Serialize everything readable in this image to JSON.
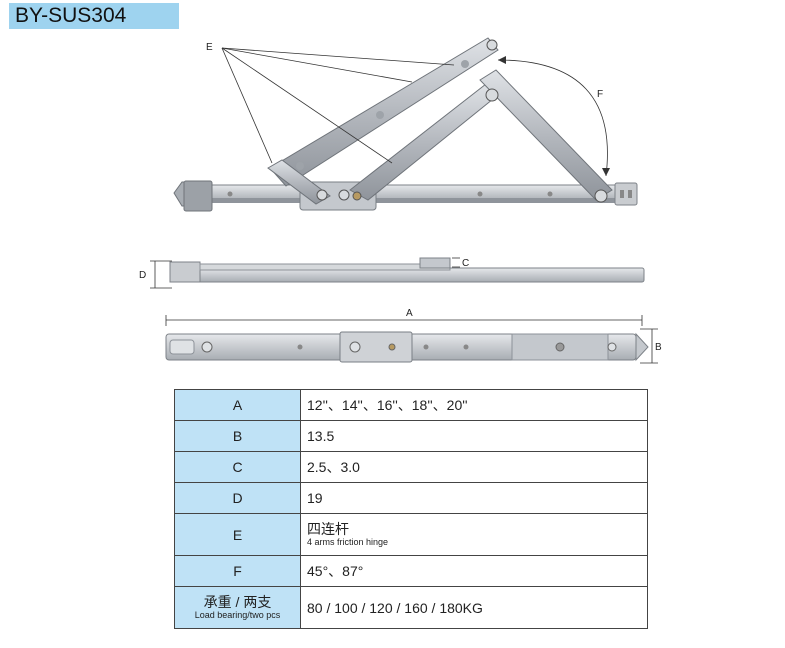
{
  "header": {
    "model": "BY-SUS304"
  },
  "callouts": {
    "e": "E",
    "f": "F",
    "c": "C",
    "d": "D",
    "a": "A",
    "b": "B"
  },
  "specs": {
    "rows": [
      {
        "key": "A",
        "value": "12''、14''、16''、18''、20''"
      },
      {
        "key": "B",
        "value": "13.5"
      },
      {
        "key": "C",
        "value": "2.5、3.0"
      },
      {
        "key": "D",
        "value": "19"
      },
      {
        "key": "E",
        "value": "四连杆",
        "value_sub": "4 arms friction hinge"
      },
      {
        "key": "F",
        "value": "45°、87°"
      },
      {
        "key": "承重 / 两支",
        "key_sub": "Load bearing/two pcs",
        "value": "80 / 100 / 120 / 160 / 180KG"
      }
    ]
  },
  "colors": {
    "tag_bg": "#9ed3ef",
    "key_cell_bg": "#bfe2f6",
    "metal": "#b9bdc3",
    "metal_dark": "#8d9299"
  }
}
